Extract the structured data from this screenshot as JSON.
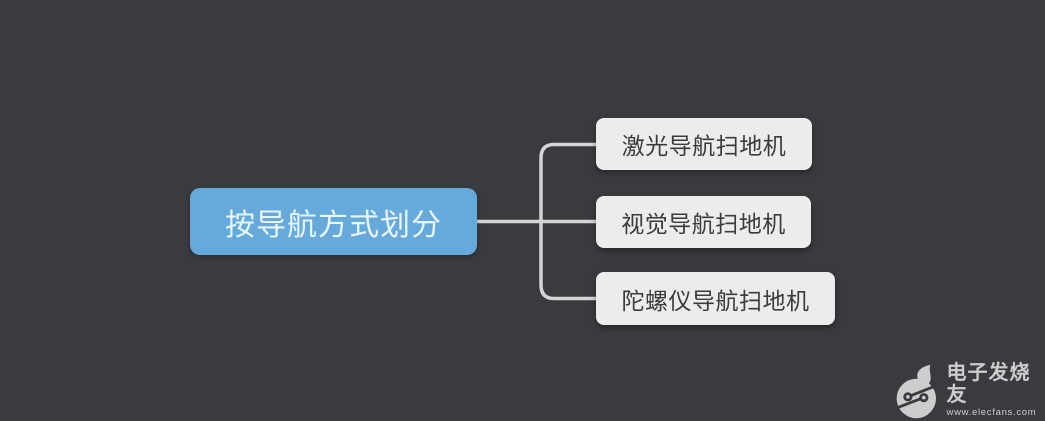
{
  "diagram": {
    "type": "mindmap",
    "root": {
      "label": "按导航方式划分"
    },
    "children": [
      {
        "label": "激光导航扫地机"
      },
      {
        "label": "视觉导航扫地机"
      },
      {
        "label": "陀螺仪导航扫地机"
      }
    ]
  },
  "watermark": {
    "brand": "电子发烧友",
    "url": "www.elecfans.com",
    "logo_icon": "elecfans-leaf-circuit-icon"
  },
  "colors": {
    "background": "#3a3b3f",
    "root_node_fill": "#66aadb",
    "root_node_text": "#eaf6fd",
    "child_node_fill": "#ececec",
    "child_node_text": "#3b3b3b",
    "connector": "#d5d5d6",
    "watermark": "#cdcdcd"
  }
}
